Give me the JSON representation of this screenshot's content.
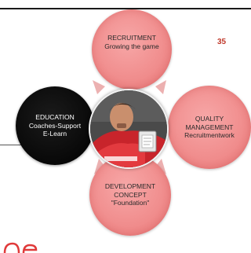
{
  "page_number": "35",
  "diagram": {
    "center": {
      "icon": "player-photo"
    },
    "nodes": {
      "recruitment": {
        "title": "RECRUITMENT",
        "subtitle": "Growing the game"
      },
      "quality": {
        "title_line1": "QUALITY",
        "title_line2": "MANAGEMENT",
        "subtitle": "Recruitmentwork"
      },
      "development": {
        "title_line1": "DEVELOPMENT",
        "title_line2": "CONCEPT",
        "subtitle": "\"Foundation\""
      },
      "education": {
        "title": "EDUCATION",
        "subtitle_line1": "Coaches-Support",
        "subtitle_line2": "E-Learn"
      }
    }
  },
  "colors": {
    "circle_pink": "#f08c8c",
    "education_black": "#000000",
    "arrow": "#e9a3a3",
    "page_number_red": "#c0392b",
    "logo_red": "#e03a3a"
  }
}
